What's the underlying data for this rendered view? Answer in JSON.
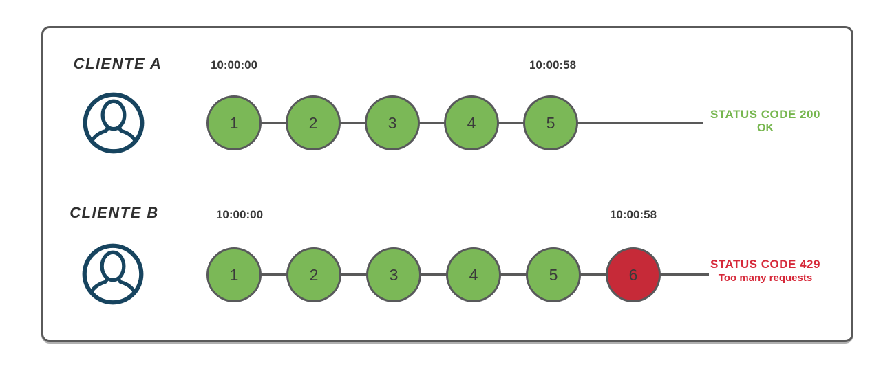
{
  "colors": {
    "circle_ok": "#7bb857",
    "circle_blocked": "#c62a38",
    "circle_border": "#58595b",
    "line": "#595959",
    "status_ok": "#76b64e",
    "status_error": "#d62839",
    "avatar": "#17445f",
    "frame_border": "#5a5a5a"
  },
  "rows": [
    {
      "client": "CLIENTE A",
      "start_time": "10:00:00",
      "end_time": "10:00:58",
      "requests": [
        {
          "label": "1",
          "state": "ok"
        },
        {
          "label": "2",
          "state": "ok"
        },
        {
          "label": "3",
          "state": "ok"
        },
        {
          "label": "4",
          "state": "ok"
        },
        {
          "label": "5",
          "state": "ok"
        }
      ],
      "status_code": "STATUS CODE 200",
      "status_message": "OK"
    },
    {
      "client": "CLIENTE B",
      "start_time": "10:00:00",
      "end_time": "10:00:58",
      "requests": [
        {
          "label": "1",
          "state": "ok"
        },
        {
          "label": "2",
          "state": "ok"
        },
        {
          "label": "3",
          "state": "ok"
        },
        {
          "label": "4",
          "state": "ok"
        },
        {
          "label": "5",
          "state": "ok"
        },
        {
          "label": "6",
          "state": "blocked"
        }
      ],
      "status_code": "STATUS CODE 429",
      "status_message": "Too many requests"
    }
  ]
}
